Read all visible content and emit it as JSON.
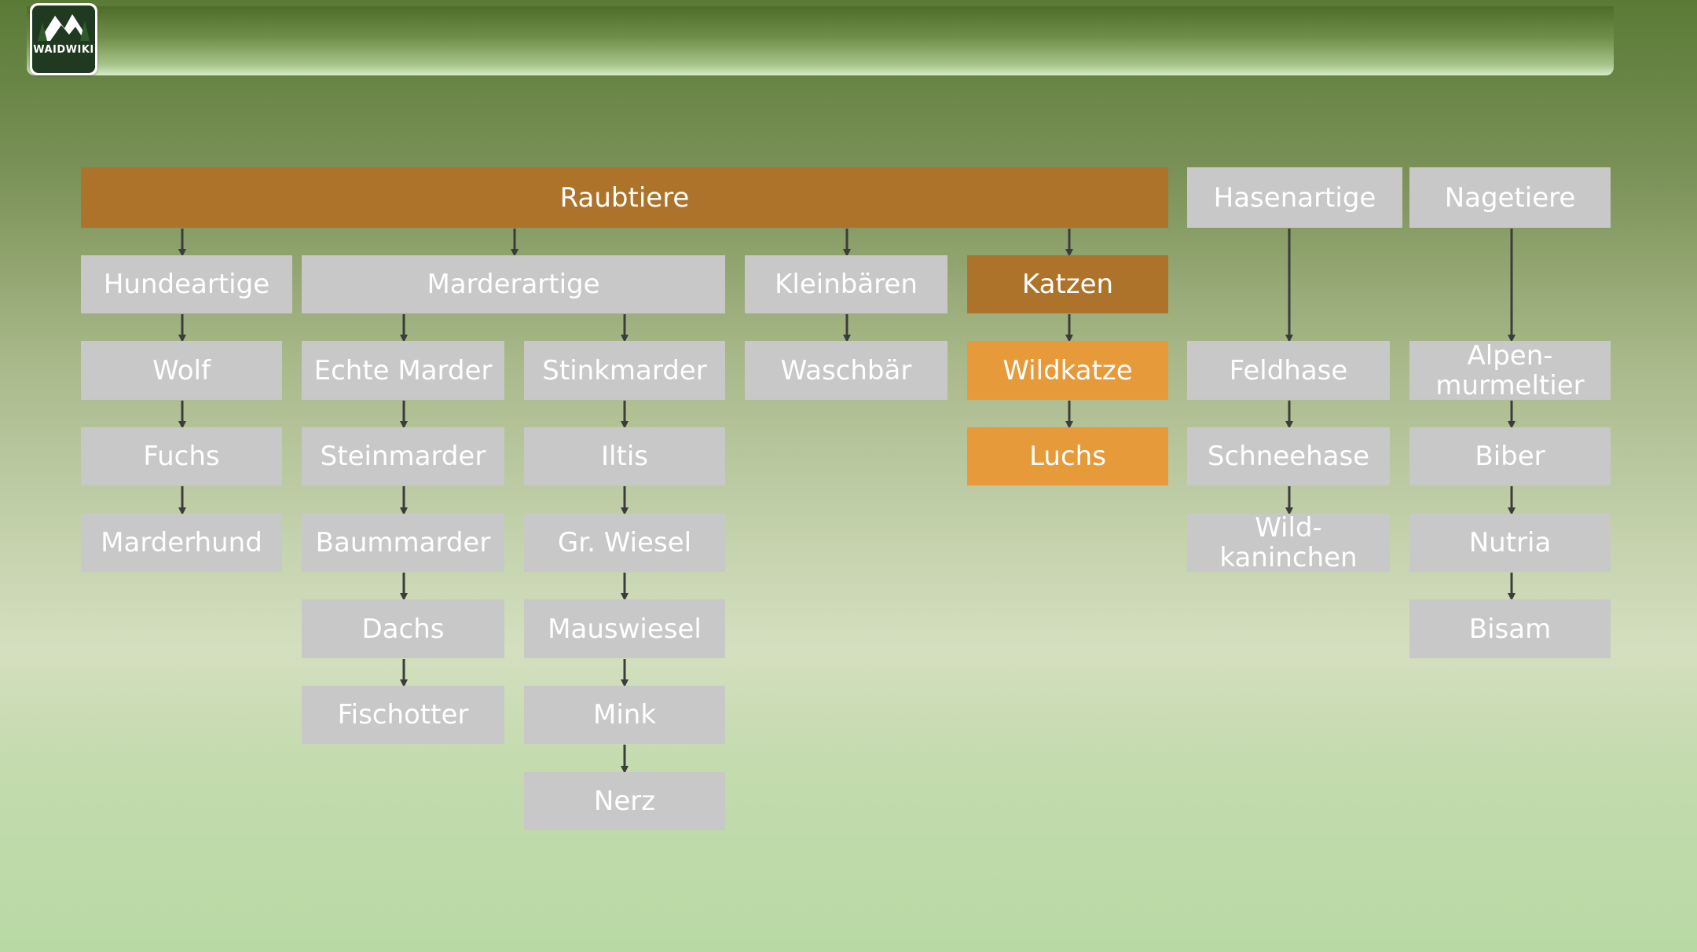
{
  "logo": {
    "text": "WAIDWIKI"
  },
  "colors": {
    "default_node": "#c8c8c8",
    "highlight_dark": "#ad732b",
    "highlight_light": "#e69a3a",
    "arrow": "#3c3c3c"
  },
  "nodes": {
    "raubtiere": "Raubtiere",
    "hasenartige": "Hasenartige",
    "nagetiere": "Nagetiere",
    "hundeartige": "Hundeartige",
    "marderartige": "Marderartige",
    "kleinbaeren": "Kleinbären",
    "katzen": "Katzen",
    "wolf": "Wolf",
    "echte_marder": "Echte Marder",
    "stinkmarder": "Stinkmarder",
    "waschbaer": "Waschbär",
    "wildkatze": "Wildkatze",
    "feldhase": "Feldhase",
    "alpenmurmeltier": "Alpen-\nmurmeltier",
    "fuchs": "Fuchs",
    "steinmarder": "Steinmarder",
    "iltis": "Iltis",
    "luchs": "Luchs",
    "schneehase": "Schneehase",
    "biber": "Biber",
    "marderhund": "Marderhund",
    "baummarder": "Baummarder",
    "gr_wiesel": "Gr. Wiesel",
    "wildkaninchen": "Wild-\nkaninchen",
    "nutria": "Nutria",
    "dachs": "Dachs",
    "mauswiesel": "Mauswiesel",
    "bisam": "Bisam",
    "fischotter": "Fischotter",
    "mink": "Mink",
    "nerz": "Nerz"
  }
}
